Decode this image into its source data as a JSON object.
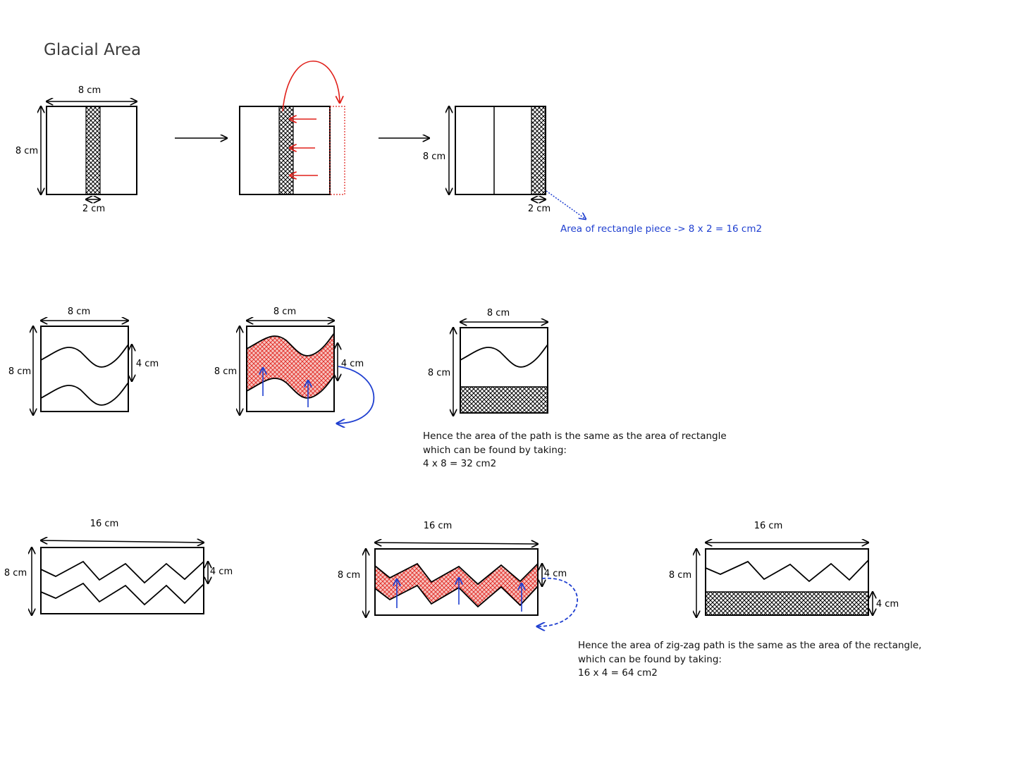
{
  "title": "Glacial Area",
  "labels": {
    "cm8": "8 cm",
    "cm2": "2 cm",
    "cm4": "4 cm",
    "cm16": "16 cm"
  },
  "notes": {
    "strip_area": "Area of rectangle piece -> 8 x 2 = 16 cm2",
    "wave_lines": [
      "Hence the area of the path is the same as the area of rectangle",
      "which can be found by taking:",
      "4 x 8 = 32 cm2"
    ],
    "zigzag_lines": [
      "Hence the area of zig-zag path is the same as the area of the rectangle,",
      "which can be found by taking:",
      "16 x 4 = 64 cm2"
    ]
  },
  "colors": {
    "outline": "#000000",
    "red_accent": "#e0201a",
    "blue_accent": "#1f3fd0",
    "red_fill": "#f3b0ab",
    "title": "#3c3c3c"
  }
}
